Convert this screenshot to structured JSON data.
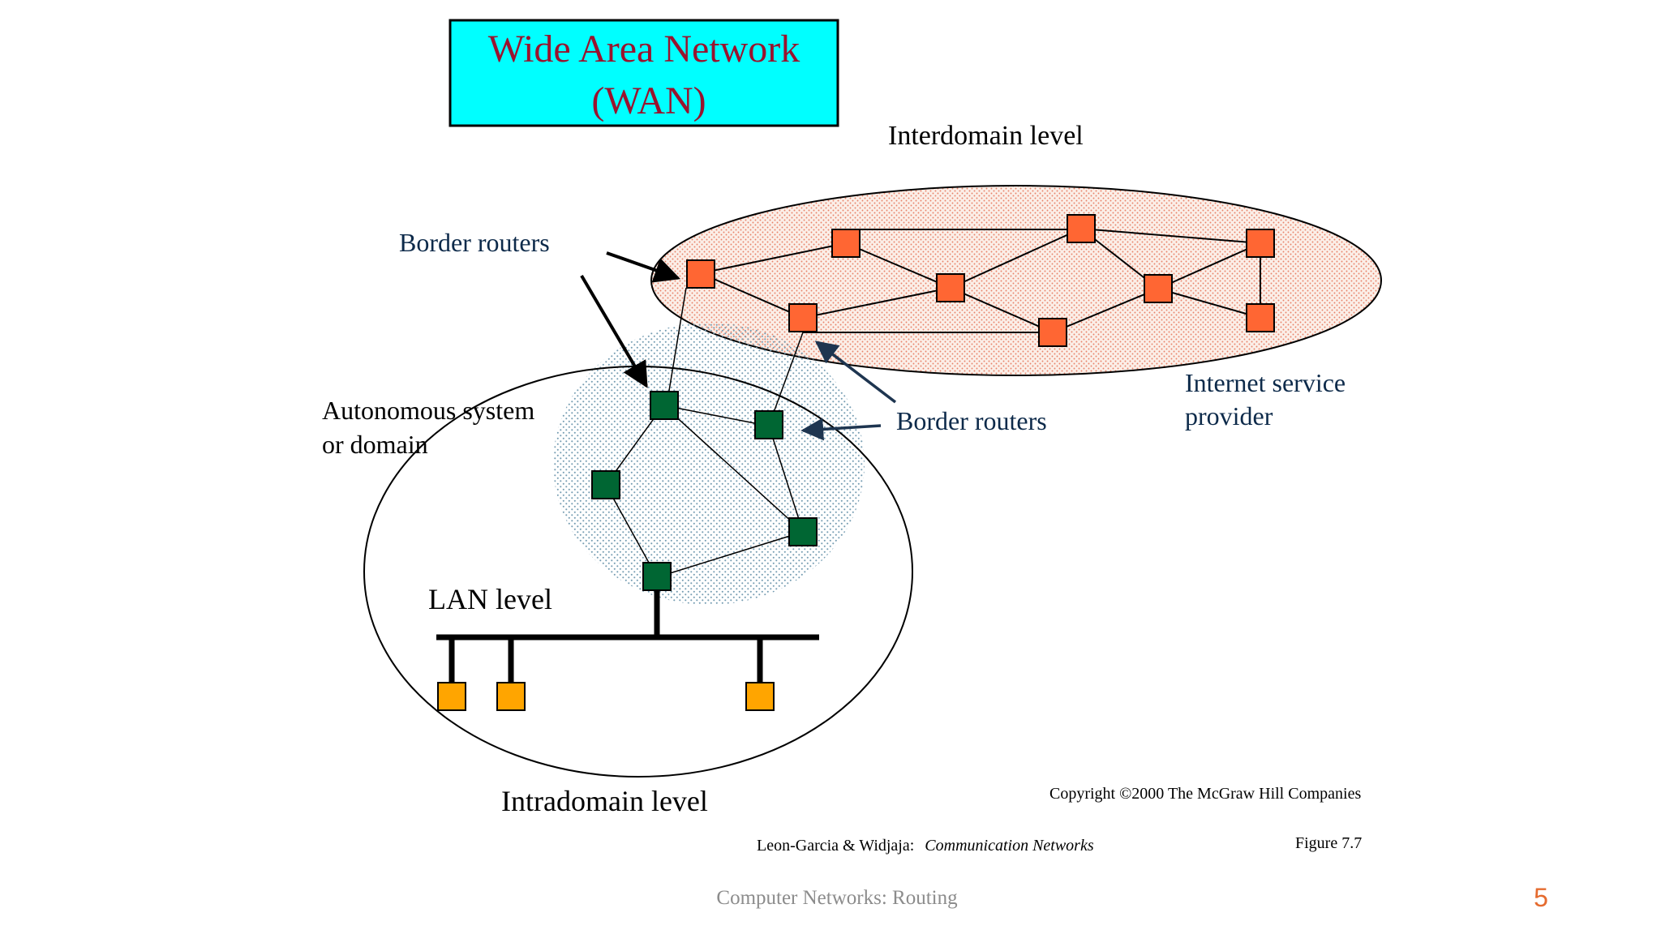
{
  "slide": {
    "title_line1": "Wide Area Network",
    "title_line2": "(WAN)",
    "footer": "Computer Networks: Routing",
    "page_number": "5"
  },
  "diagram": {
    "labels": {
      "interdomain": "Interdomain level",
      "border_routers_top": "Border routers",
      "border_routers_right": "Border routers",
      "autonomous_line1": "Autonomous system",
      "autonomous_line2": "or domain",
      "isp_line1": "Internet service",
      "isp_line2": "provider",
      "lan": "LAN level",
      "intradomain": "Intradomain level"
    },
    "credits": {
      "copyright": "Copyright ©2000 The McGraw Hill Companies",
      "authors": "Leon-Garcia & Widjaja:",
      "book": "Communication Networks",
      "figure": "Figure 7.7"
    },
    "colors": {
      "title_box": "#00FFFF",
      "title_text": "#99132E",
      "isp_router": "#FF6633",
      "as_router": "#006633",
      "lan_host": "#FFA500",
      "label_blue": "#0D2A4A",
      "footer_text": "#8C8C8C",
      "page_number": "#E56B2F"
    }
  }
}
